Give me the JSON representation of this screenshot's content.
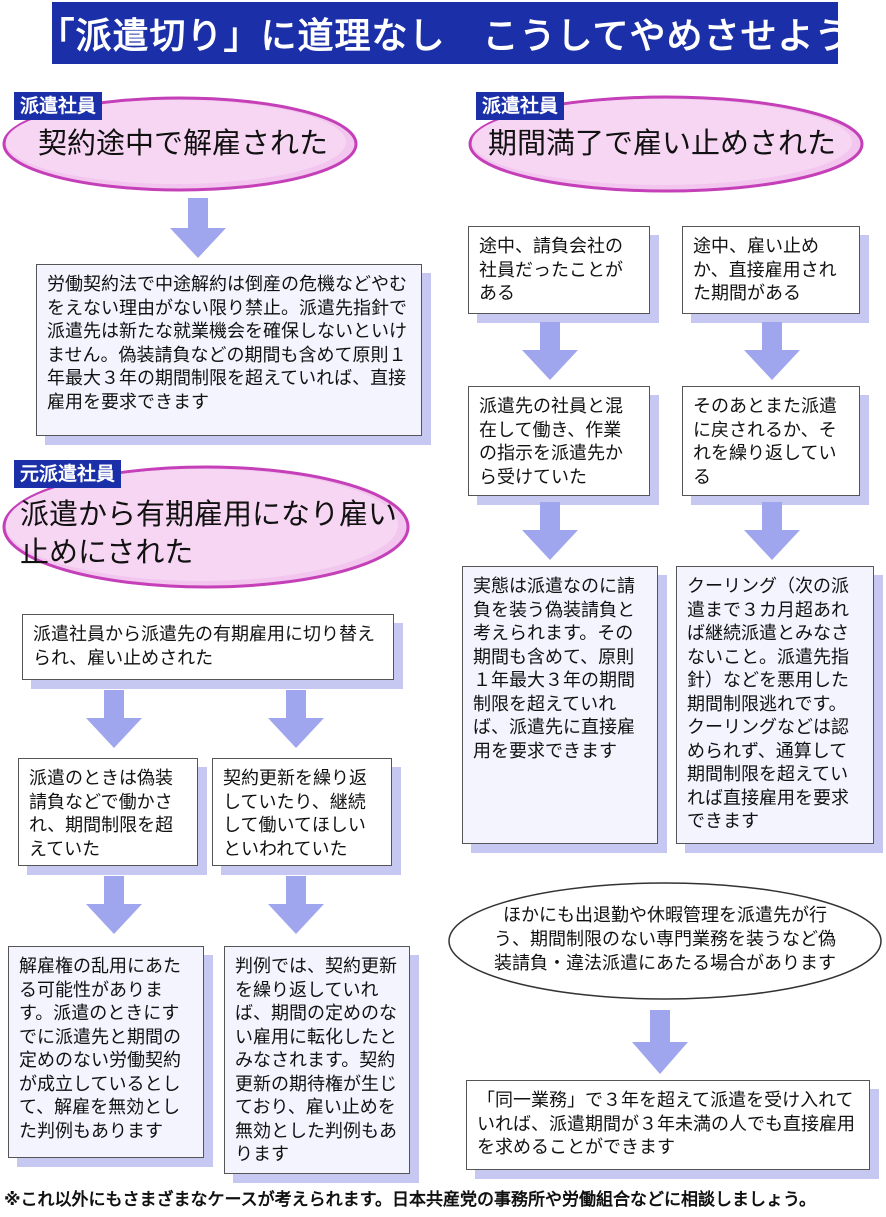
{
  "title": "「派遣切り」に道理なし　こうしてやめさせよう",
  "left": {
    "case1": {
      "tag": "派遣社員",
      "heading": "契約途中で解雇された",
      "result": "労働契約法で中途解約は倒産の危機などやむをえない理由がない限り禁止。派遣先指針で派遣先は新たな就業機会を確保しないといけません。偽装請負などの期間も含めて原則１年最大３年の期間制限を超えていれば、直接雇用を要求できます"
    },
    "case3": {
      "tag": "元派遣社員",
      "heading": "派遣から有期雇用になり雇い止めにされた",
      "intro": "派遣社員から派遣先の有期雇用に切り替えられ、雇い止めされた",
      "branch_a": {
        "condition": "派遣のときは偽装請負などで働かされ、期間制限を超えていた",
        "result": "解雇権の乱用にあたる可能性があります。派遣のときにすでに派遣先と期間の定めのない労働契約が成立しているとして、解雇を無効とした判例もあります"
      },
      "branch_b": {
        "condition": "契約更新を繰り返していたり、継続して働いてほしいといわれていた",
        "result": "判例では、契約更新を繰り返していれば、期間の定めのない雇用に転化したとみなされます。契約更新の期待権が生じており、雇い止めを無効とした判例もあります"
      }
    }
  },
  "right": {
    "case2": {
      "tag": "派遣社員",
      "heading": "期間満了で雇い止めされた",
      "branch_a": {
        "condition1": "途中、請負会社の社員だったことがある",
        "condition2": "派遣先の社員と混在して働き、作業の指示を派遣先から受けていた",
        "result": "実態は派遣なのに請負を装う偽装請負と考えられます。その期間も含めて、原則１年最大３年の期間制限を超えていれば、派遣先に直接雇用を要求できます"
      },
      "branch_b": {
        "condition1": "途中、雇い止めか、直接雇用された期間がある",
        "condition2": "そのあとまた派遣に戻されるか、それを繰り返している",
        "result": "クーリング（次の派遣まで３カ月超あれば継続派遣とみなさないこと。派遣先指針）などを悪用した期間制限逃れです。クーリングなどは認められず、通算して期間制限を超えていれば直接雇用を要求できます"
      }
    },
    "other": {
      "oval": "ほかにも出退勤や休暇管理を派遣先が行う、期間制限のない専門業務を装うなど偽装請負・違法派遣にあたる場合があります",
      "result": "「同一業務」で３年を超えて派遣を受け入れていれば、派遣期間が３年未満の人でも直接雇用を求めることができます"
    }
  },
  "footnote": "※これ以外にもさまざまなケースが考えられます。日本共産党の事務所や労働組合などに相談しましょう。",
  "colors": {
    "banner": "#1a2fa8",
    "ellipse": "#f2c6ee",
    "ellipse_edge": "#c43fb8",
    "arrow": "#9fa6ee",
    "box_shadow": "#c6c8f2"
  }
}
